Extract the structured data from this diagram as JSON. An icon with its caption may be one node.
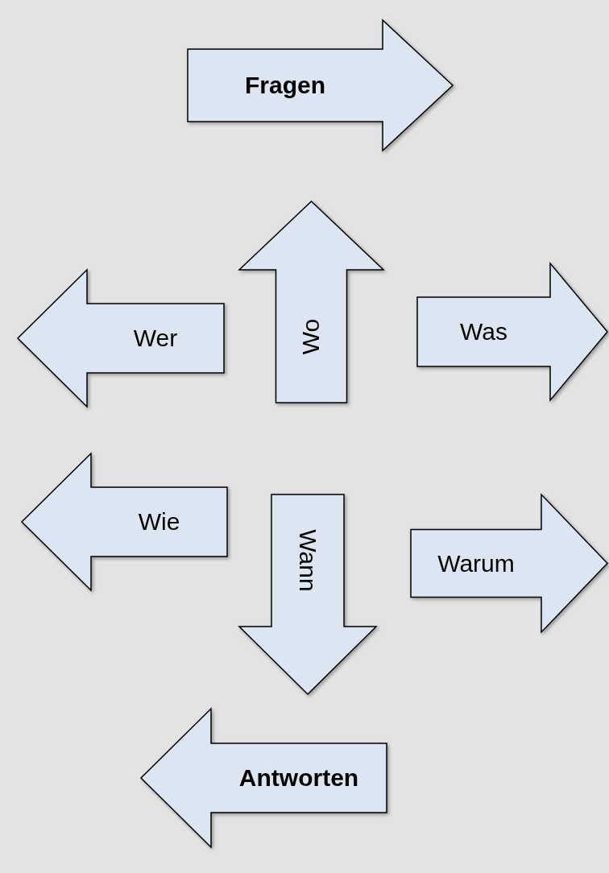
{
  "diagram": {
    "nodes": [
      {
        "text": [
          "Fragen"
        ]
      },
      {
        "text": [
          "Wo"
        ]
      },
      {
        "text": [
          "Wer"
        ]
      },
      {
        "text": [
          "Was"
        ]
      },
      {
        "text": [
          "Wie"
        ]
      },
      {
        "text": [
          "Wann"
        ]
      },
      {
        "text": [
          "Warum"
        ]
      },
      {
        "text": [
          "Antworten"
        ]
      }
    ]
  }
}
